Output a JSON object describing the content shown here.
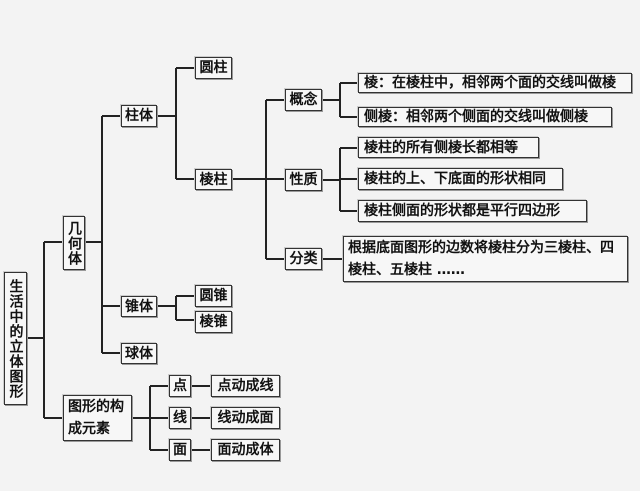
{
  "root": "生活中的立体图形",
  "geometric_bodies": {
    "label": "几何体",
    "prism_family": {
      "label": "柱体",
      "cylinder": "圆柱",
      "prism": {
        "label": "棱柱",
        "concept": {
          "label": "概念",
          "items": [
            "棱：在棱柱中，相邻两个面的交线叫做棱",
            "侧棱：相邻两个侧面的交线叫做侧棱"
          ]
        },
        "properties": {
          "label": "性质",
          "items": [
            "棱柱的所有侧棱长都相等",
            "棱柱的上、下底面的形状相同",
            "棱柱侧面的形状都是平行四边形"
          ]
        },
        "classification": {
          "label": "分类",
          "text": "根据底面图形的边数将棱柱分为三棱柱、四棱柱、五棱柱 ……"
        }
      }
    },
    "cone_family": {
      "label": "锥体",
      "cone": "圆锥",
      "pyramid": "棱锥"
    },
    "sphere": "球体"
  },
  "elements": {
    "label": "图形的构成元素",
    "items": [
      {
        "label": "点",
        "result": "点动成线"
      },
      {
        "label": "线",
        "result": "线动成面"
      },
      {
        "label": "面",
        "result": "面动成体"
      }
    ]
  }
}
